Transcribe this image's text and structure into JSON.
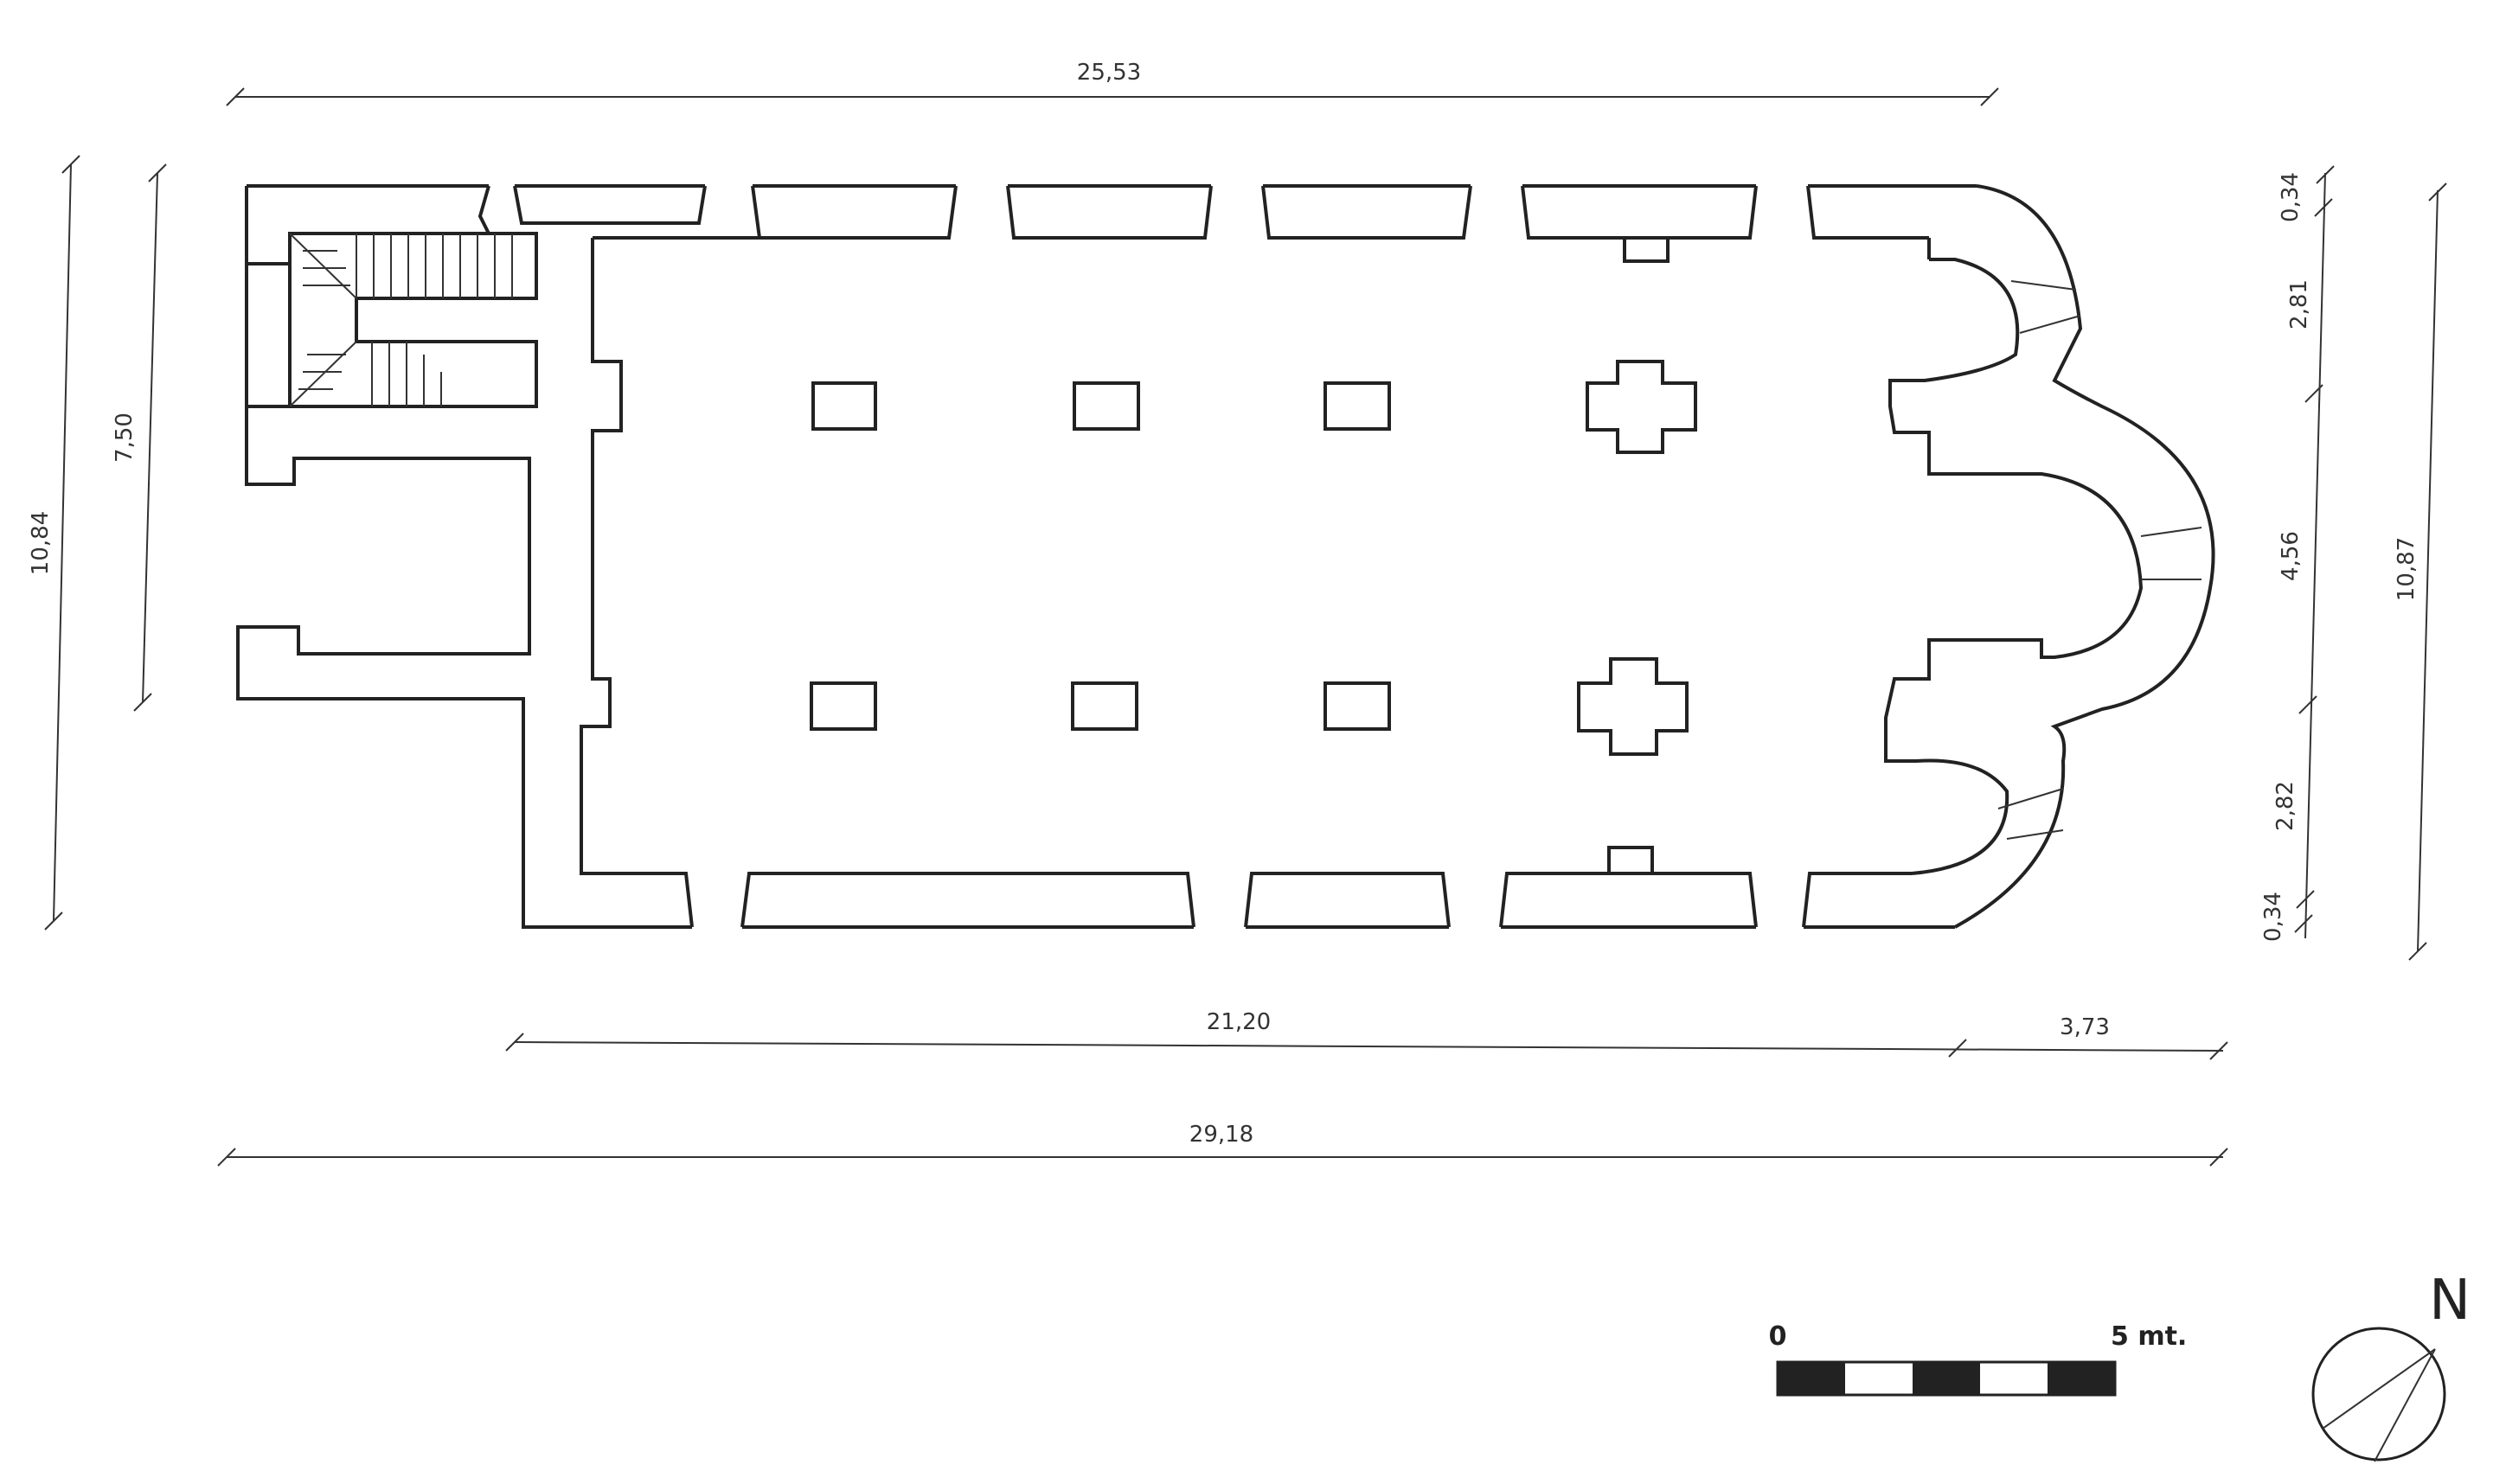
{
  "dimensions": {
    "top_length": "25,53",
    "bottom_nave": "21,20",
    "bottom_apse": "3,73",
    "bottom_total": "29,18",
    "left_outer_height": "10,84",
    "left_inner_height": "7,50",
    "right_total_height": "10,87",
    "right_segments": [
      "0,34",
      "2,81",
      "4,56",
      "2,82",
      "0,34"
    ]
  },
  "scale_bar": {
    "start_label": "0",
    "end_label": "5 mt."
  },
  "north_label": "N",
  "colors": {
    "line": "#222222",
    "background": "#ffffff"
  }
}
